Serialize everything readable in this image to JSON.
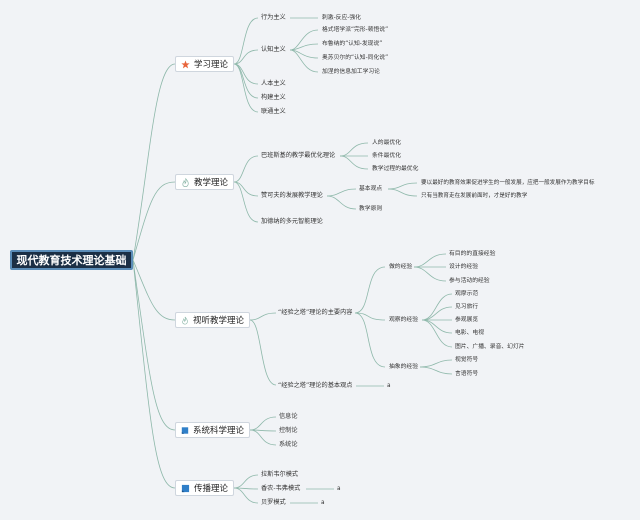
{
  "root": "现代教育技术理论基础",
  "branches": [
    {
      "label": "学习理论",
      "icon": "star-icon",
      "children": [
        {
          "label": "行为主义",
          "children": [
            {
              "label": "刺激-反应-强化"
            }
          ]
        },
        {
          "label": "认知主义",
          "children": [
            {
              "label": "格式塔学派“完形-顿悟说”"
            },
            {
              "label": "布鲁纳的“认知-发现说”"
            },
            {
              "label": "奥苏贝尔的“认知-同化说”"
            },
            {
              "label": "加涅的信息加工学习论"
            }
          ]
        },
        {
          "label": "人本主义"
        },
        {
          "label": "构建主义"
        },
        {
          "label": "联通主义"
        }
      ]
    },
    {
      "label": "教学理论",
      "icon": "fire-icon",
      "children": [
        {
          "label": "巴班斯基的教学最优化理论",
          "children": [
            {
              "label": "人的最优化"
            },
            {
              "label": "条件最优化"
            },
            {
              "label": "教学过程的最优化"
            }
          ]
        },
        {
          "label": "赞可夫的发展教学理论",
          "children": [
            {
              "label": "基本观点",
              "children": [
                {
                  "label": "要以最好的教育效果促进学生的一般发展，应把一般发展作为教学目标"
                },
                {
                  "label": "只有当教育走在发展前面时，才是好的教学"
                }
              ]
            },
            {
              "label": "教学原则"
            }
          ]
        },
        {
          "label": "加德纳的多元智能理论"
        }
      ]
    },
    {
      "label": "视听教学理论",
      "icon": "fire-icon",
      "children": [
        {
          "label": "“经验之塔”理论的主要内容",
          "children": [
            {
              "label": "做的经验",
              "children": [
                {
                  "label": "有目的的直接经验"
                },
                {
                  "label": "设计的经验"
                },
                {
                  "label": "参与活动的经验"
                }
              ]
            },
            {
              "label": "观察的经验",
              "children": [
                {
                  "label": "观摩示范"
                },
                {
                  "label": "见习旅行"
                },
                {
                  "label": "参观展览"
                },
                {
                  "label": "电影、电视"
                },
                {
                  "label": "图片、广播、录音、幻灯片"
                }
              ]
            },
            {
              "label": "抽象的经验",
              "children": [
                {
                  "label": "视觉符号"
                },
                {
                  "label": "言语符号"
                }
              ]
            }
          ]
        },
        {
          "label": "“经验之塔”理论的基本观点",
          "children": [
            {
              "label": "a"
            }
          ]
        }
      ]
    },
    {
      "label": "系统科学理论",
      "icon": "flag-icon",
      "children": [
        {
          "label": "信息论"
        },
        {
          "label": "控制论"
        },
        {
          "label": "系统论"
        }
      ]
    },
    {
      "label": "传播理论",
      "icon": "flag-icon",
      "children": [
        {
          "label": "拉斯韦尔模式"
        },
        {
          "label": "香农-韦弗模式",
          "children": [
            {
              "label": "a"
            }
          ]
        },
        {
          "label": "贝罗模式",
          "children": [
            {
              "label": "a"
            }
          ]
        }
      ]
    }
  ]
}
